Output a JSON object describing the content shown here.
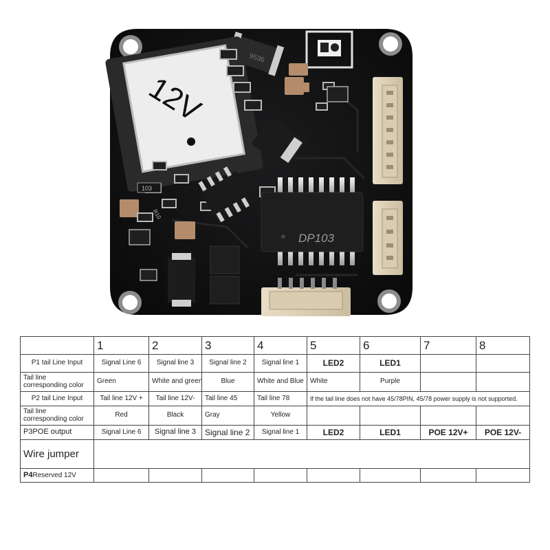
{
  "board": {
    "transformer_label": "12V",
    "chip_label": "DP103",
    "mosfet_label": "9536",
    "small_label_1": "103",
    "small_label_2": "R10"
  },
  "table": {
    "pin_numbers": [
      "1",
      "2",
      "3",
      "4",
      "5",
      "6",
      "7",
      "8"
    ],
    "rows": [
      {
        "label": "P1 tail Line Input",
        "cells": [
          "Signal Line 6",
          "Signal line 3",
          "Signal line 2",
          "Signal line 1",
          "LED2",
          "LED1",
          "",
          ""
        ]
      },
      {
        "label": "Tail line corresponding color",
        "cells": [
          "Green",
          "White and green",
          "Blue",
          "White and Blue",
          "White",
          "Purple",
          "",
          ""
        ]
      },
      {
        "label": "P2 tail Line Input",
        "cells": [
          "Tail line 12V +",
          "Tail line 12V-",
          "Tail line 45",
          "Tail line 78"
        ],
        "note": "If the tail line does not have 45/78PIN, 45/78 power supply is not supported."
      },
      {
        "label": "Tail line corresponding color",
        "cells": [
          "Red",
          "Black",
          "Gray",
          "Yellow",
          "",
          "",
          "",
          ""
        ]
      },
      {
        "label": "P3POE output",
        "cells": [
          "Signal Line 6",
          "Signal line 3",
          "Signal line 2",
          "Signal line 1",
          "LED2",
          "LED1",
          "POE 12V+",
          "POE 12V-"
        ]
      },
      {
        "label": "Wire jumper"
      },
      {
        "label_bold": "P4",
        "label": "Reserved 12V",
        "cells": [
          "",
          "",
          "",
          "",
          "",
          "",
          "",
          ""
        ]
      }
    ]
  }
}
